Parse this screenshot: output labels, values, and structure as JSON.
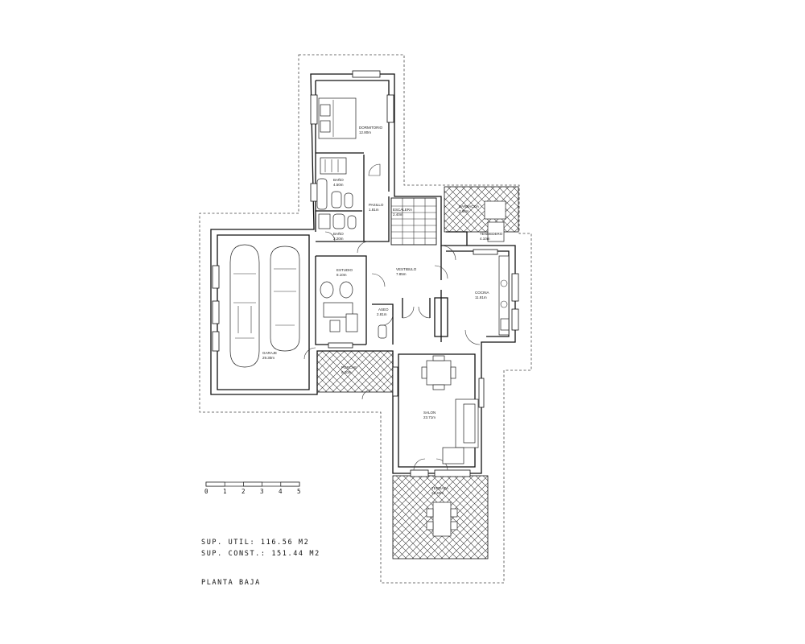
{
  "plan": {
    "title": "PLANTA BAJA",
    "sup_util": "SUP. UTIL: 116.56 M2",
    "sup_const": "SUP. CONST.: 151.44 M2",
    "scale_ticks": [
      "0",
      "1",
      "2",
      "3",
      "4",
      "5"
    ]
  },
  "rooms": {
    "dormitorio": {
      "name": "DORMITORIO",
      "area": "12.80m"
    },
    "bano1": {
      "name": "BAÑO",
      "area": "4.50m"
    },
    "bano2": {
      "name": "BAÑO",
      "area": "3.20m"
    },
    "pasillo": {
      "name": "PASILLO",
      "area": "1.81m"
    },
    "escalera": {
      "name": "ESCALERA",
      "area": "2.40m"
    },
    "barbacoa": {
      "name": "BARBACOA",
      "area": "3.60m"
    },
    "tendedero": {
      "name": "TENDEDERO",
      "area": "4.10m"
    },
    "estudio": {
      "name": "ESTUDIO",
      "area": "8.10m"
    },
    "vestibulo": {
      "name": "VESTIBULO",
      "area": "7.85m"
    },
    "aseo": {
      "name": "ASEO",
      "area": "2.81m"
    },
    "cocina": {
      "name": "COCINA",
      "area": "11.81m"
    },
    "garaje": {
      "name": "GARAJE",
      "area": "29.30m"
    },
    "porche": {
      "name": "PORCHE",
      "area": "8.10m"
    },
    "salon": {
      "name": "SALON",
      "area": "23.71m"
    },
    "terraza": {
      "name": "TERRAZA",
      "area": "22.40m"
    }
  }
}
